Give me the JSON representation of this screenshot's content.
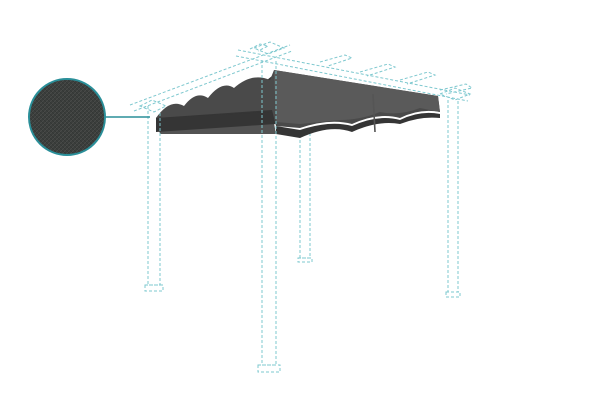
{
  "colors": {
    "frame_outline": "#7ec8cf",
    "canopy_fabric": "#4a4a4a",
    "canopy_fabric_dark": "#353535",
    "canopy_fabric_light": "#5a5a5a",
    "swatch_ring": "#2a8f99",
    "swatch_fill": "#3c3f3d",
    "background": "#ffffff"
  },
  "product_type": "pergola-with-retractable-shade-canopy",
  "frame_style": "dashed-outline",
  "swatch_icon": "fabric-texture-swatch"
}
